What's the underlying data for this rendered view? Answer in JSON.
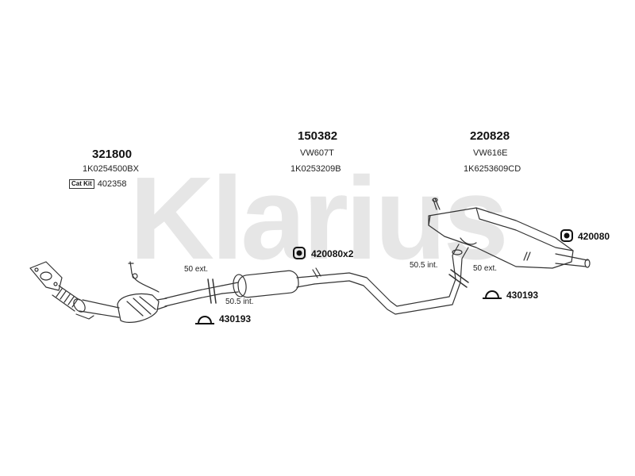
{
  "watermark": "Klarius",
  "parts": {
    "p1": {
      "number": "321800",
      "code": "1K0254500BX",
      "catkit_label": "Cat Kit",
      "catkit_number": "402358"
    },
    "p2": {
      "number": "150382",
      "ref": "VW607T",
      "code": "1K0253209B"
    },
    "p3": {
      "number": "220828",
      "ref": "VW616E",
      "code": "1K6253609CD"
    }
  },
  "fittings": {
    "clamp_left": "430193",
    "clamp_right": "430193",
    "hanger_mid": "420080x2",
    "hanger_right": "420080"
  },
  "joints": {
    "left_ext": "50 ext.",
    "left_int": "50.5 int.",
    "right_int": "50.5 int.",
    "right_ext": "50 ext."
  },
  "colors": {
    "watermark": "#e6e6e6",
    "line": "#333333"
  }
}
